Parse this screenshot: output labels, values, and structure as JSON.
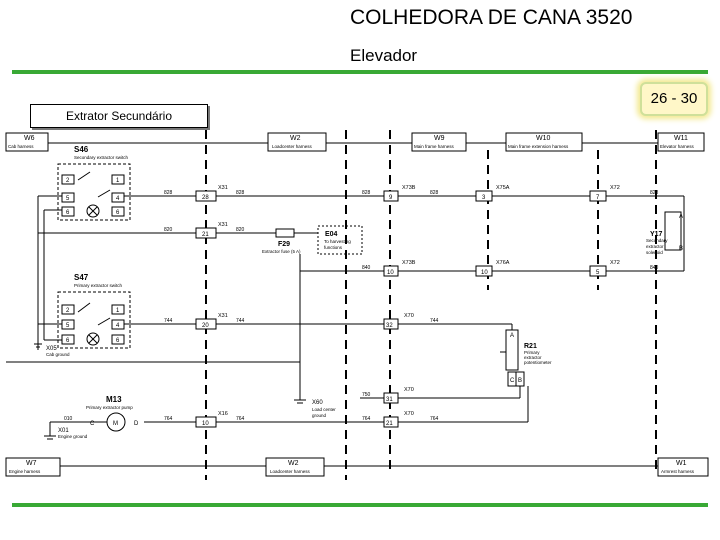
{
  "header": {
    "title": "COLHEDORA DE CANA 3520",
    "subtitle": "Elevador",
    "page_number": "26 - 30",
    "section_label": "Extrator Secundário"
  },
  "colors": {
    "accent_green": "#39a935",
    "page_badge_bg": "#fff7c8"
  },
  "harness": {
    "w6": "W6",
    "w6_name": "Cab harness",
    "w2_top": "W2",
    "w2_top_name": "Loadcenter harness",
    "w9": "W9",
    "w9_name": "Main frame harness",
    "w10": "W10",
    "w10_name": "Main frame extension harness",
    "w11": "W11",
    "w11_name": "Elevator harness",
    "w7": "W7",
    "w7_name": "Engine harness",
    "w2_bot": "W2",
    "w2_bot_name": "Loadcenter harness",
    "w1": "W1",
    "w1_name": "Armrest harness"
  },
  "components": {
    "s46": "S46",
    "s46_name": "Secondary extractor switch",
    "s47": "S47",
    "s47_name": "Primary extractor switch",
    "m13": "M13",
    "m13_name": "Primary extractor pump",
    "e04": "E04",
    "e04_l1": "To harvesting",
    "e04_l2": "functions",
    "f29": "F29",
    "f29_name": "Extractor fuse (5 A)",
    "y17": "Y17",
    "y17_l1": "Secondary",
    "y17_l2": "extractor",
    "y17_l3": "solenoid",
    "r21": "R21",
    "r21_l1": "Primary",
    "r21_l2": "extractor",
    "r21_l3": "potentiometer",
    "x05": "X05",
    "x05_name": "Cab ground",
    "x01": "X01",
    "x01_name": "Engine ground",
    "x60": "X60",
    "x60_l1": "Load center",
    "x60_l2": "ground"
  },
  "connectors": {
    "x31": "X31",
    "x31b": "X31",
    "x31c": "X31",
    "x16": "X16",
    "x73b": "X73B",
    "x73b2": "X73B",
    "x75a": "X75A",
    "x76a": "X76A",
    "x72": "X72",
    "x72b": "X72",
    "x70a": "X70",
    "x70b": "X70",
    "x70c": "X70"
  },
  "pins": {
    "s46": [
      "2",
      "1",
      "5",
      "4",
      "6",
      "6"
    ],
    "s47": [
      "2",
      "1",
      "5",
      "4",
      "6",
      "6"
    ],
    "p28": "28",
    "p21": "21",
    "p20": "20",
    "p10": "10",
    "p9": "9",
    "p3": "3",
    "p7": "7",
    "p10b": "10",
    "p10c": "10",
    "p5": "5",
    "p32": "32",
    "p31": "31",
    "p21b": "21",
    "m13c": "C",
    "m13d": "D",
    "m13m": "M",
    "y17a": "A",
    "y17b": "B",
    "r21a": "A",
    "r21b": "B",
    "r21c": "C"
  },
  "wires": {
    "w828a": "828",
    "w828b": "828",
    "w828c": "828",
    "w828d": "828",
    "w828e": "828",
    "w820a": "820",
    "w820b": "820",
    "w840a": "840",
    "w840b": "840",
    "w744a": "744",
    "w744b": "744",
    "w744c": "744",
    "w750": "750",
    "w764a": "764",
    "w764b": "764",
    "w764c": "764",
    "w764d": "764",
    "w010": "010"
  }
}
